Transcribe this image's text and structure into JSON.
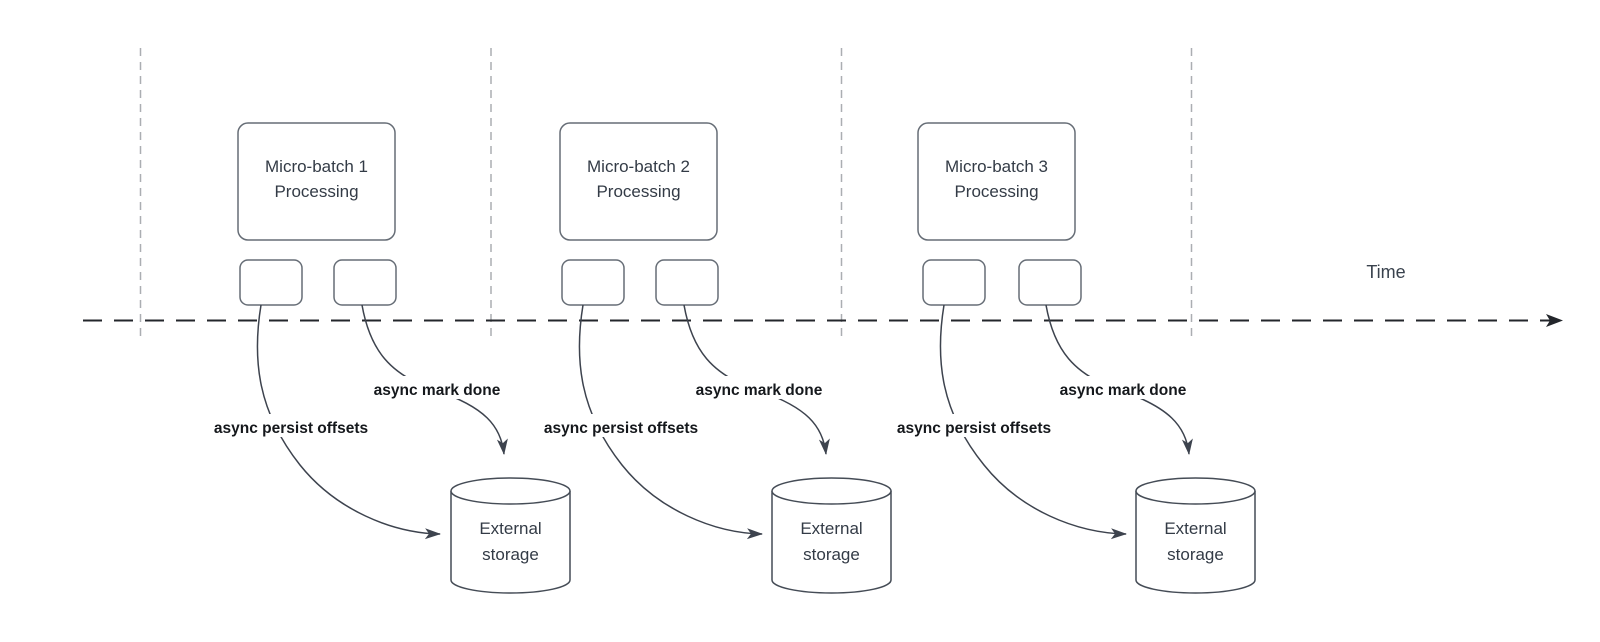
{
  "axis": {
    "time_label": "Time"
  },
  "groups": [
    {
      "title_line1": "Micro-batch 1",
      "title_line2": "Processing",
      "persist_label": "async persist offsets",
      "done_label": "async mark done",
      "storage_line1": "External",
      "storage_line2": "storage"
    },
    {
      "title_line1": "Micro-batch 2",
      "title_line2": "Processing",
      "persist_label": "async persist offsets",
      "done_label": "async mark done",
      "storage_line1": "External",
      "storage_line2": "storage"
    },
    {
      "title_line1": "Micro-batch 3",
      "title_line2": "Processing",
      "persist_label": "async persist offsets",
      "done_label": "async mark done",
      "storage_line1": "External",
      "storage_line2": "storage"
    }
  ],
  "colors": {
    "background": "#ffffff",
    "shape_stroke": "#666d76",
    "cylinder_stroke": "#454c56",
    "arrow_stroke": "#3d434e",
    "axis_stroke": "#23262b",
    "gridline_stroke": "#abaeb2",
    "shape_text": "#333b46",
    "label_text": "#15181c"
  }
}
